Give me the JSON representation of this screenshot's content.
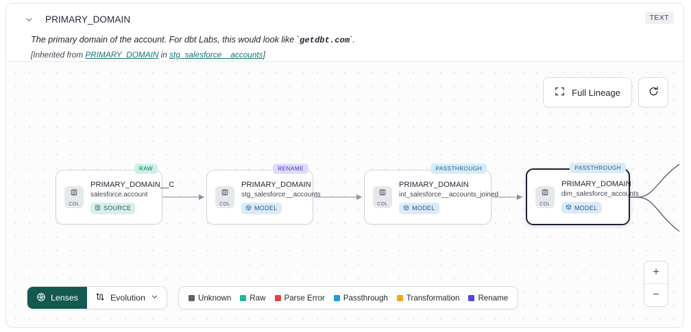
{
  "header": {
    "collapse_icon": "chevron-down-icon",
    "title": "PRIMARY_DOMAIN",
    "type_badge": "TEXT",
    "description_pre": "The primary domain of the account. For dbt Labs, this would look like `",
    "description_code": "getdbt.com",
    "description_post": "`.",
    "inherited_prefix": "[Inherited from ",
    "inherited_column": "PRIMARY_DOMAIN",
    "inherited_middle": " in ",
    "inherited_model": "stg_salesforce__accounts",
    "inherited_suffix": "]"
  },
  "canvas": {
    "full_lineage_label": "Full Lineage",
    "full_lineage_icon": "expand-corners-icon",
    "refresh_icon": "refresh-icon",
    "zoom_in_label": "+",
    "zoom_out_label": "−"
  },
  "nodes": [
    {
      "pill": "RAW",
      "pill_class": "pill-raw",
      "col_label": "COL",
      "title": "PRIMARY_DOMAIN__C",
      "subtitle": "salesforce.account",
      "kind": "SOURCE",
      "kind_class": "kind-source",
      "kind_icon": "database-icon"
    },
    {
      "pill": "RENAME",
      "pill_class": "pill-rename",
      "col_label": "COL",
      "title": "PRIMARY_DOMAIN",
      "subtitle": "stg_salesforce__accounts",
      "kind": "MODEL",
      "kind_class": "kind-model",
      "kind_icon": "cube-icon"
    },
    {
      "pill": "PASSTHROUGH",
      "pill_class": "pill-passthrough",
      "col_label": "COL",
      "title": "PRIMARY_DOMAIN",
      "subtitle": "int_salesforce__accounts_joined",
      "kind": "MODEL",
      "kind_class": "kind-model",
      "kind_icon": "cube-icon"
    },
    {
      "pill": "PASSTHROUGH",
      "pill_class": "pill-passthrough",
      "col_label": "COL",
      "title": "PRIMARY_DOMAIN",
      "subtitle": "dim_salesforce_accounts",
      "kind": "MODEL",
      "kind_class": "kind-model",
      "kind_icon": "cube-icon"
    }
  ],
  "toolbar": {
    "lenses_label": "Lenses",
    "lenses_icon": "aperture-icon",
    "evolution_label": "Evolution",
    "evolution_icon": "evolution-icon",
    "evolution_chevron": "chevron-down-icon"
  },
  "legend": [
    {
      "label": "Unknown",
      "color": "#5b616b"
    },
    {
      "label": "Raw",
      "color": "#16b9a0"
    },
    {
      "label": "Parse Error",
      "color": "#e34242"
    },
    {
      "label": "Passthrough",
      "color": "#1f9cdb"
    },
    {
      "label": "Transformation",
      "color": "#f2a41c"
    },
    {
      "label": "Rename",
      "color": "#5145e8"
    }
  ]
}
